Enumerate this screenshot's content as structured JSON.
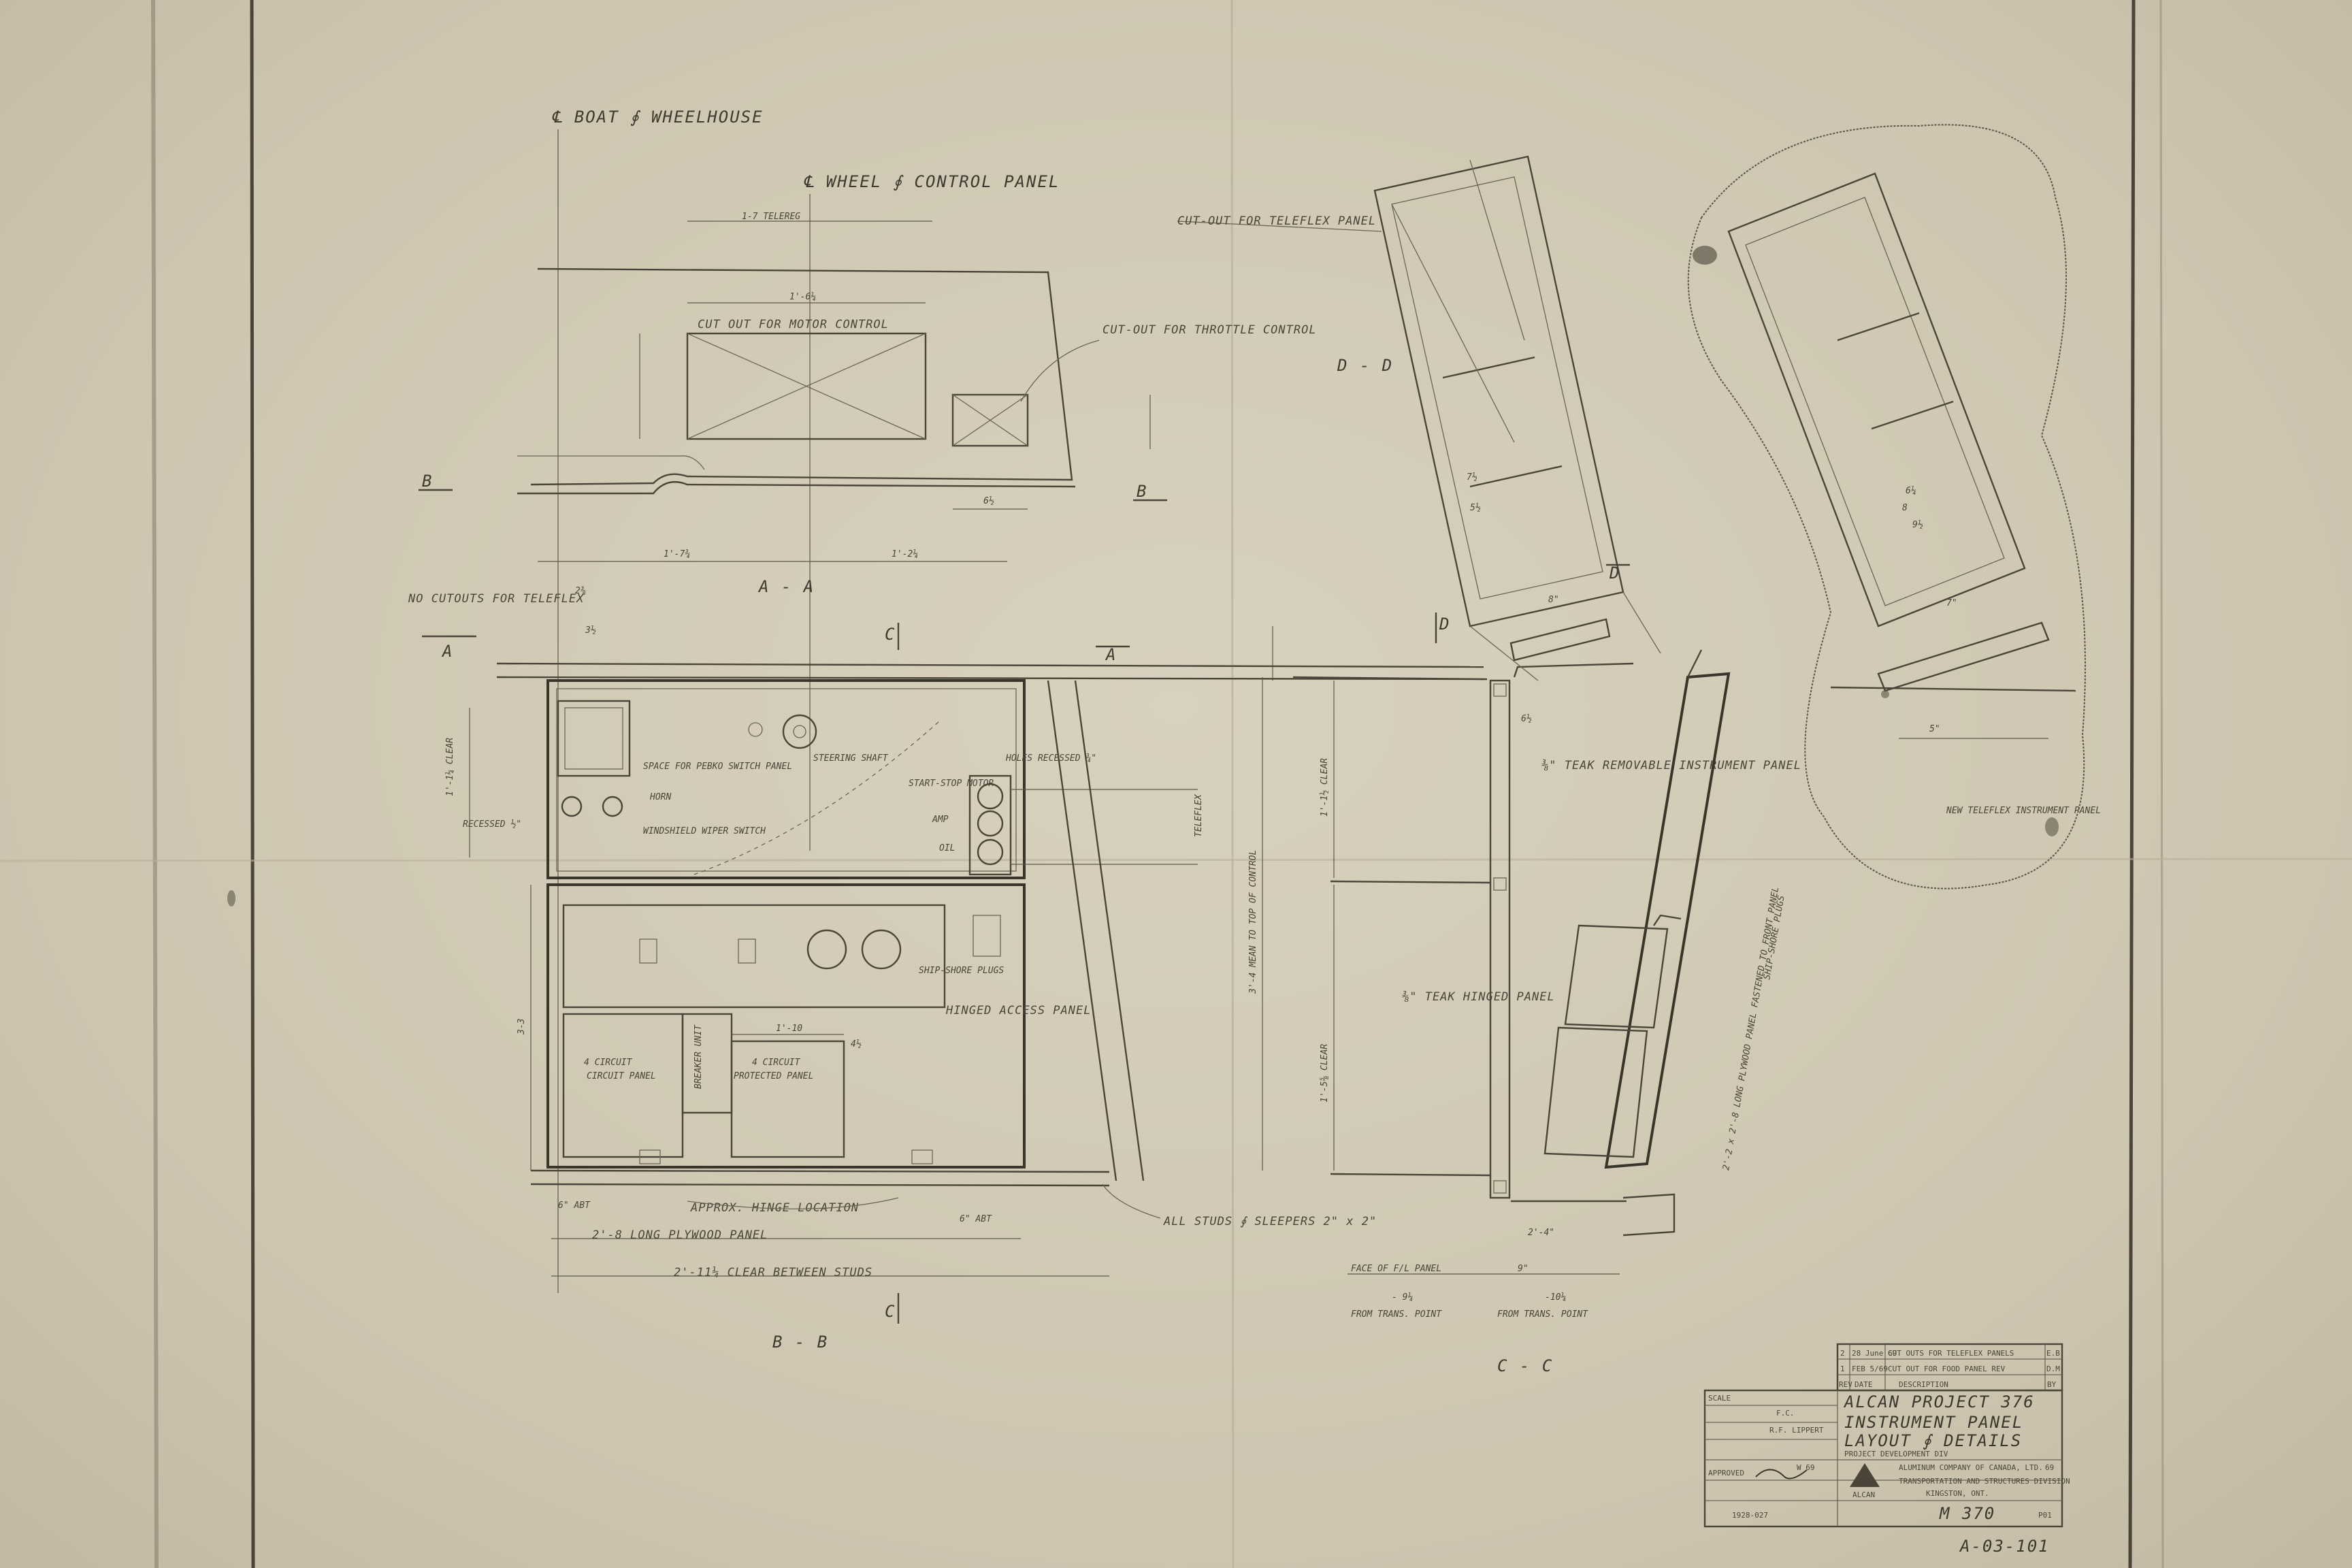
{
  "drawing": {
    "headers": {
      "boat_wheelhouse": "℄ BOAT ∮ WHEELHOUSE",
      "wheel_control_panel": "℄ WHEEL ∮ CONTROL PANEL"
    },
    "section_labels": {
      "aa": "A - A",
      "bb": "B - B",
      "cc": "C - C",
      "dd": "D - D"
    },
    "section_markers": {
      "a_left": "A",
      "a_right": "A",
      "b_left": "B",
      "b_right": "B",
      "c_top": "C",
      "c_bottom": "C",
      "d_left": "D",
      "d_right": "D"
    },
    "notes": {
      "telereg": "1-7 TELEREG",
      "cutout_motor": "CUT OUT FOR MOTOR CONTROL",
      "cutout_throttle": "CUT-OUT FOR THROTTLE CONTROL",
      "cutout_detail": "CUT-OUT FOR TELEFLEX PANEL",
      "no_cutouts": "NO CUTOUTS FOR TELEFLEX",
      "steering_shaft": "STEERING SHAFT",
      "holes_recessed": "HOLES RECESSED ¾\"",
      "pebko": "SPACE FOR PEBKO SWITCH PANEL",
      "horn": "HORN",
      "recessed_left": "RECESSED ½\"",
      "windshield_wiper": "WINDSHIELD WIPER SWITCH",
      "start_motor": "START-STOP MOTOR",
      "amp": "AMP",
      "oil": "OIL",
      "ship_shore": "SHIP-SHORE PLUGS",
      "winged_access": "HINGED ACCESS PANEL",
      "circuit_panel": "CIRCUIT PANEL",
      "circuit_panel_left": "4 CIRCUIT",
      "protected_panel": "PROTECTED PANEL",
      "protected_panel_top": "4 CIRCUIT",
      "breaker_unit": "BREAKER UNIT",
      "hinge_location": "APPROX. HINGE LOCATION",
      "plywood_panel": "2'-8 LONG PLYWOOD PANEL",
      "clear_between_studs": "2'-11¼ CLEAR BETWEEN STUDS",
      "studs_sleepers": "ALL STUDS ∮ SLEEPERS 2\" x 2\"",
      "teak_removable": "⅜\" TEAK REMOVABLE INSTRUMENT PANEL",
      "teak_hinged": "⅜\" TEAK HINGED PANEL",
      "face_panel": "FACE OF F/L PANEL",
      "from_trans_point_1": "FROM TRANS. POINT",
      "from_trans_point_2": "FROM TRANS. POINT",
      "shore_plugs_vert": "SHIP-SHORE PLUGS",
      "long_panel_vert": "2'-2 x 2'-8 LONG PLYWOOD PANEL FASTENED TO FRONT PANEL",
      "new_teleflex": "NEW TELEFLEX INSTRUMENT PANEL",
      "mean_top_control": "3'-4 MEAN TO TOP OF CONTROL",
      "clear_v1": "1'-1¼ CLEAR",
      "clear_v2": "1'-1½ CLEAR",
      "clear_v3": "1'-5⅝ CLEAR",
      "teleflex_vert": "TELEFLEX"
    },
    "dims": {
      "d_1_6": "1'-6¼",
      "d_1_7": "1'-7¾",
      "d_1_2": "1'-2¼",
      "d_6_top": "6½",
      "d_2_8": "2⅜",
      "d_3_6": "3½",
      "d_2_4": "2'-4\"",
      "d_9": "9\"",
      "d_6abt_l": "6\" ABT",
      "d_6abt_r": "6\" ABT",
      "d_1_10": "1'-10",
      "d_4_half": "4½",
      "d_6_half": "6½",
      "d_3_3": "3-3",
      "d_s_9": "- 9¼",
      "d_s_10": "-10¼",
      "d_8": "8\"",
      "d_7": "7\"",
      "d_5": "5\"",
      "d_7half": "7½",
      "d_5half": "5½",
      "d_9half": "9½",
      "d_6quarter": "6¼",
      "d_8b": "8"
    },
    "revisions": [
      {
        "no": "2",
        "date": "28 June 69",
        "desc": "CUT OUTS FOR TELEFLEX PANELS",
        "by": "E.B."
      },
      {
        "no": "1",
        "date": "FEB 5/69",
        "desc": "CUT OUT FOR FOOD PANEL REV",
        "by": "D.M."
      }
    ],
    "revision_header": {
      "no": "REV",
      "date": "DATE",
      "desc": "DESCRIPTION",
      "by": "BY"
    },
    "title_block": {
      "scale_label": "SCALE",
      "approved_label": "APPROVED",
      "drawn_by": "F.C.",
      "checked_by": "R.F. LIPPERT",
      "approved_date": "W 69",
      "project": "ALCAN PROJECT 376",
      "title_line1": "INSTRUMENT PANEL",
      "title_line2": "LAYOUT ∮ DETAILS",
      "dept": "PROJECT DEVELOPMENT DIV",
      "company_line1": "ALUMINUM COMPANY OF CANADA, LTD.",
      "company_line2": "TRANSPORTATION AND STRUCTURES DIVISION",
      "company_line3": "KINGSTON, ONT.",
      "year": "69",
      "logo_text": "ALCAN",
      "job_no": "1928-027",
      "drawing_no": "M 370",
      "sheet": "P01",
      "ref_no": "A-03-101"
    },
    "colors": {
      "paper": "#cdc5b0",
      "ink": "#4a4538"
    }
  }
}
